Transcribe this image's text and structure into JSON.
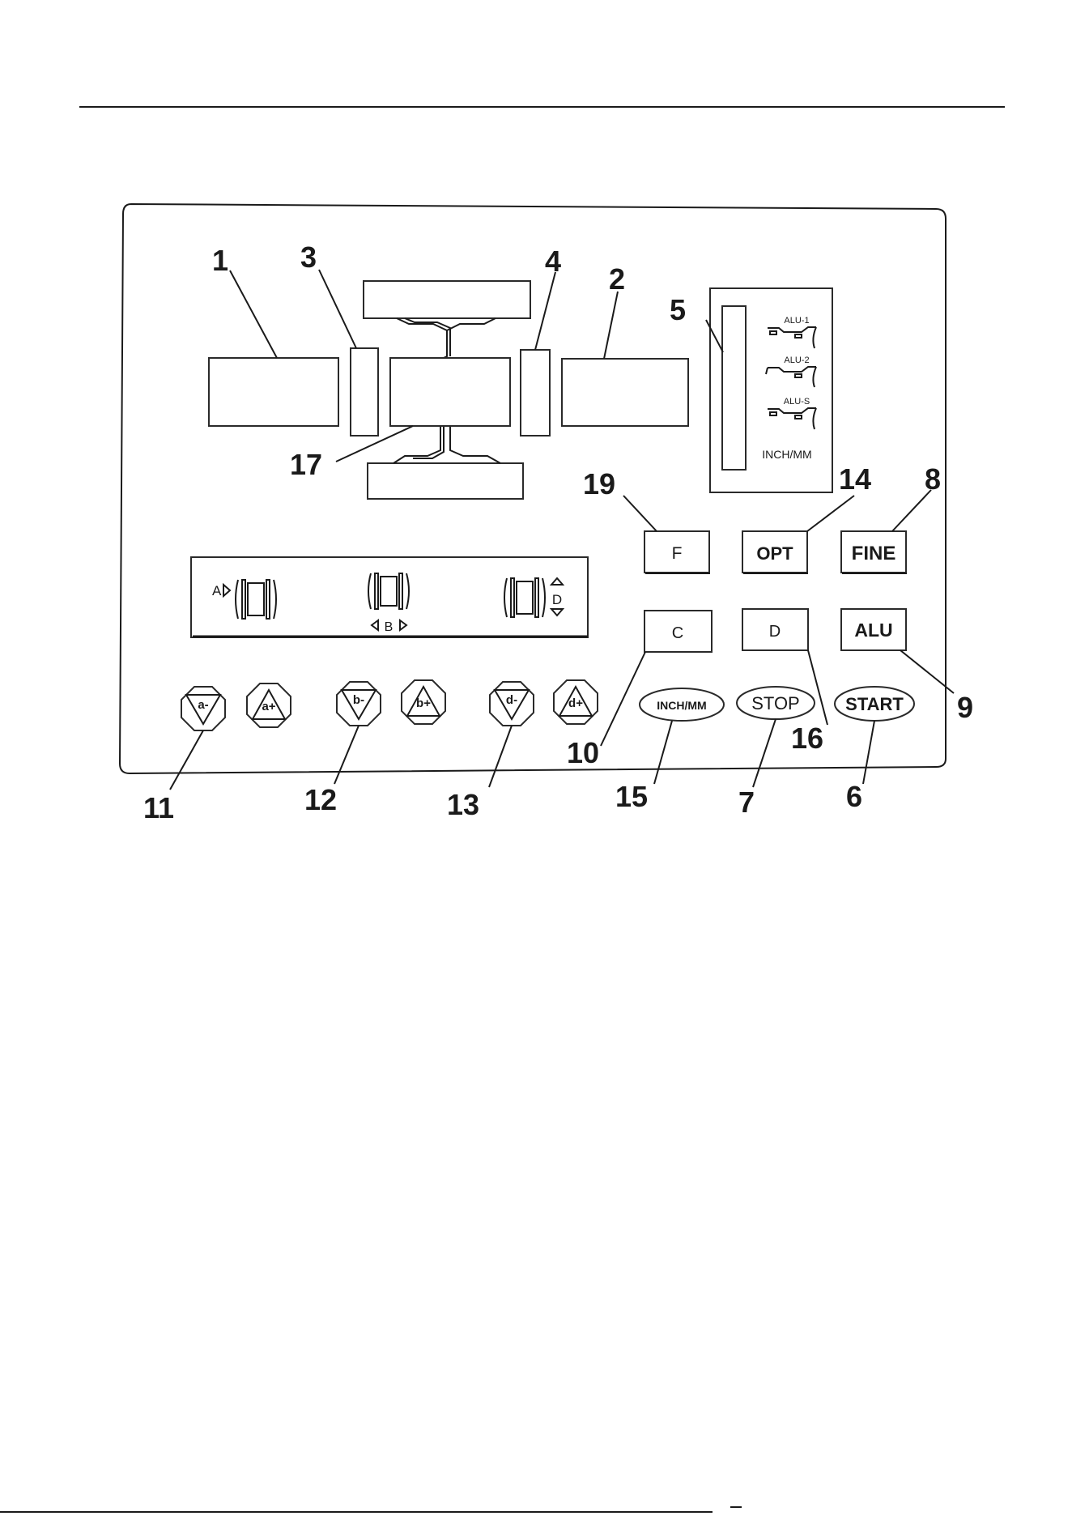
{
  "callouts": {
    "n1": "1",
    "n2": "2",
    "n3": "3",
    "n4": "4",
    "n5": "5",
    "n6": "6",
    "n7": "7",
    "n8": "8",
    "n9": "9",
    "n10": "10",
    "n11": "11",
    "n12": "12",
    "n13": "13",
    "n14": "14",
    "n15": "15",
    "n16": "16",
    "n17": "17",
    "n19": "19"
  },
  "indicators": {
    "alu1": "ALU-1",
    "alu2": "ALU-2",
    "alus": "ALU-S",
    "unit": "INCH/MM"
  },
  "dimensions": {
    "a": "A",
    "b": "B",
    "d": "D"
  },
  "buttons": {
    "f": "F",
    "opt": "OPT",
    "fine": "FINE",
    "c": "C",
    "d": "D",
    "alu": "ALU",
    "a_minus": "a-",
    "a_plus": "a+",
    "b_minus": "b-",
    "b_plus": "b+",
    "d_minus": "d-",
    "d_plus": "d+",
    "inch_mm": "INCH/MM",
    "stop": "STOP",
    "start": "START"
  }
}
